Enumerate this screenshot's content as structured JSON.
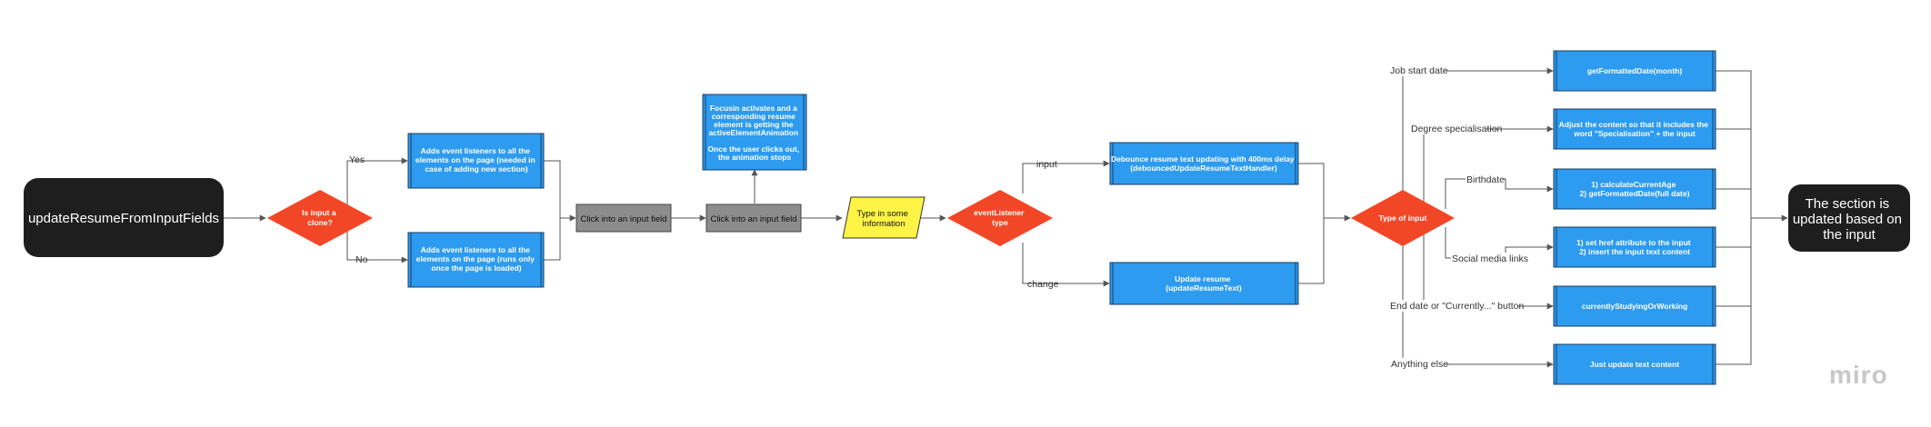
{
  "diagram": {
    "start": "updateResumeFromInputFields",
    "decision_clone": [
      "Is input a",
      "clone?"
    ],
    "yes_label": "Yes",
    "no_label": "No",
    "yes_box": [
      "Adds event listeners to all the",
      "elements on the page (needed in",
      "case of adding new section)"
    ],
    "no_box": [
      "Adds event listeners to all the",
      "elements on the page (runs only",
      "once the page is loaded)"
    ],
    "click1": "Click into an input field",
    "click2": "Click into an input field",
    "focusin_box": [
      "Focusin activates and a",
      "corresponding resume",
      "element is getting the",
      "activeElementAnimation",
      "",
      "Once the user clicks out,",
      "the animation stops"
    ],
    "type_info": [
      "Type in some",
      "information"
    ],
    "event_decision": [
      "eventListener",
      "type"
    ],
    "input_label": "input",
    "change_label": "change",
    "debounce_box": [
      "Debounce resume text updating with 400ms delay",
      "(debouncedUpdateResumeTextHandler)"
    ],
    "update_box": [
      "Update resume",
      "(updateResumeText)"
    ],
    "type_decision": "Type of input",
    "branch_labels": {
      "job": "Job start date",
      "degree": "Degree specialisation",
      "birthdate": "Birthdate",
      "social": "Social media links",
      "enddate": "End date or \"Currently...\" button",
      "else": "Anything else"
    },
    "actions": {
      "job": [
        "getFormattedDate(month)"
      ],
      "degree": [
        "Adjust the content so that it includes the",
        "word \"Specialisation\" + the input"
      ],
      "birthdate": [
        "1) calculateCurrentAge",
        "2) getFormattedDate(full date)"
      ],
      "social": [
        "1) set href attribute to the input",
        "2) insert the input text content"
      ],
      "enddate": [
        "currentlyStudyingOrWorking"
      ],
      "else": [
        "Just update text content"
      ]
    },
    "end": [
      "The section is",
      "updated based on",
      "the input"
    ]
  },
  "watermark": "miro",
  "colors": {
    "terminal": "#1e1e1e",
    "decision": "#f24726",
    "process": "#2d9bf0",
    "process_border": "#1a3e63",
    "gray": "#8c8c8c",
    "data": "#fef445",
    "edge": "#555555"
  },
  "icons": {
    "watermark": "miro-logo-icon"
  }
}
